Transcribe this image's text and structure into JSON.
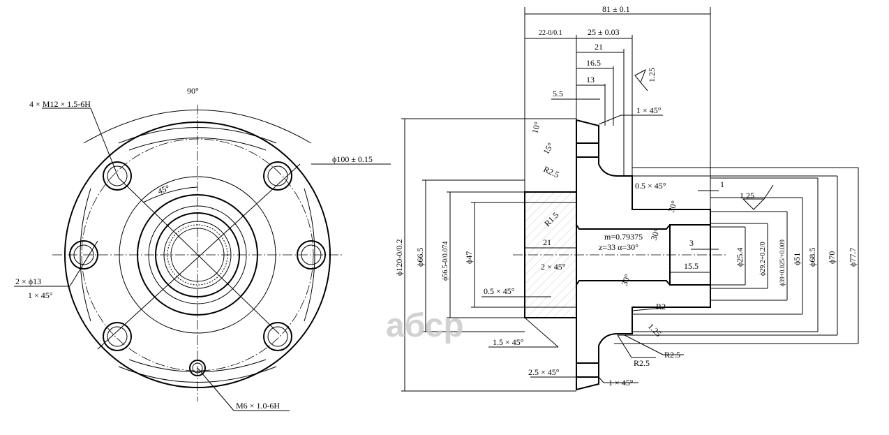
{
  "front_view": {
    "angle_90": "90°",
    "bolt_thread": "4 × M12 × 1.5-6H",
    "angle_45": "45°",
    "pcd": "ϕ100 ± 0.15",
    "holes": "2 × ϕ13",
    "hole_chamfer": "1 × 45°",
    "small_thread": "M6 × 1.0-6H"
  },
  "section_view": {
    "overall_length": "81 ± 0.1",
    "len_22": "22-0/0.1",
    "len_25": "25 ± 0.03",
    "len_21": "21",
    "len_16_5": "16.5",
    "len_13": "13",
    "len_5_5": "5.5",
    "rough_1_25_top": "1.25",
    "chamfer_1x45_top": "1 × 45°",
    "angle_10": "10°",
    "angle_15": "15°",
    "r2_5_top": "R2.5",
    "chamfer_0_5_top": "0.5 × 45°",
    "len_1": "1",
    "rough_1_25_right": "1.25",
    "angle_30_top": "30°",
    "r1_5": "R1.5",
    "spline_m": "m=0.79375",
    "spline_z": "z=33  α=30°",
    "angle_30_inner": "30°",
    "len_21_inner": "21",
    "chamfer_2x45": "2 × 45°",
    "len_3": "3",
    "len_15_5": "15.5",
    "angle_30_bottom": "30°",
    "chamfer_0_5_bottom": "0.5 × 45°",
    "chamfer_1_5": "1.5 × 45°",
    "chamfer_2_5": "2.5 × 45°",
    "chamfer_1x45_bottom": "1 × 45°",
    "r2": "R2",
    "rough_1_25_bottom": "1.25",
    "r2_5_a": "R2.5",
    "r2_5_b": "R2.5",
    "d120": "ϕ120-0/0.2",
    "d66_5": "ϕ66.5",
    "d56_5": "ϕ56.5-0/0.074",
    "d47": "ϕ47",
    "d25_4": "ϕ25.4",
    "d29_2": "ϕ29.2+0.2/0",
    "d39": "ϕ39+0.025/+0.009",
    "d51": "ϕ51",
    "d68_5": "ϕ68.5",
    "d70": "ϕ70",
    "d77_7": "ϕ77.7"
  },
  "watermark": "aбср"
}
